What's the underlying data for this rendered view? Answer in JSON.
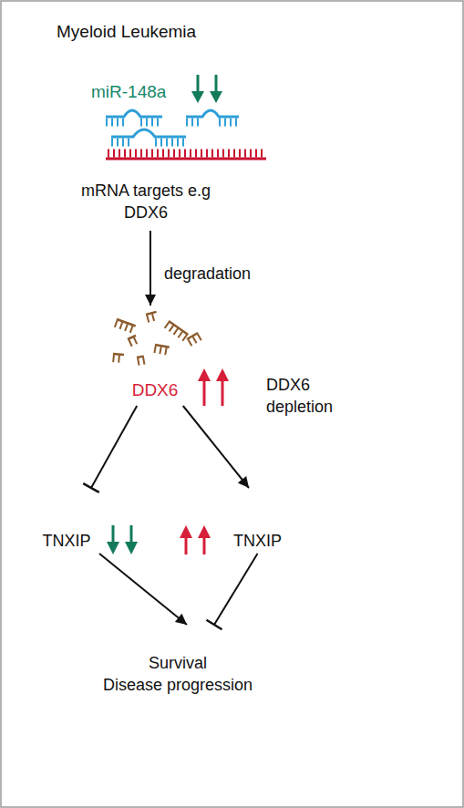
{
  "diagram": {
    "title": "Myeloid Leukemia",
    "nodes": [
      {
        "text": [
          "mRNA targets e.g DDX6"
        ]
      },
      {
        "text": [
          "DDX6"
        ]
      },
      {
        "text": [
          "TNXIP"
        ]
      },
      {
        "text": [
          "TNXIP"
        ]
      },
      {
        "text": [
          "Survival",
          "Disease progression"
        ]
      }
    ],
    "edges": [
      {
        "from": 0,
        "to": 1,
        "label": "degradation",
        "arrow": "to"
      },
      {
        "from": 1,
        "to": 2,
        "arrow": "to"
      },
      {
        "from": 1,
        "to": 3,
        "label": "DDX6 depletion",
        "arrow": "to"
      },
      {
        "from": 2,
        "to": 4,
        "arrow": "to"
      },
      {
        "from": 3,
        "to": 4,
        "arrow": "to"
      }
    ],
    "labels": [
      "miR-148a"
    ]
  }
}
